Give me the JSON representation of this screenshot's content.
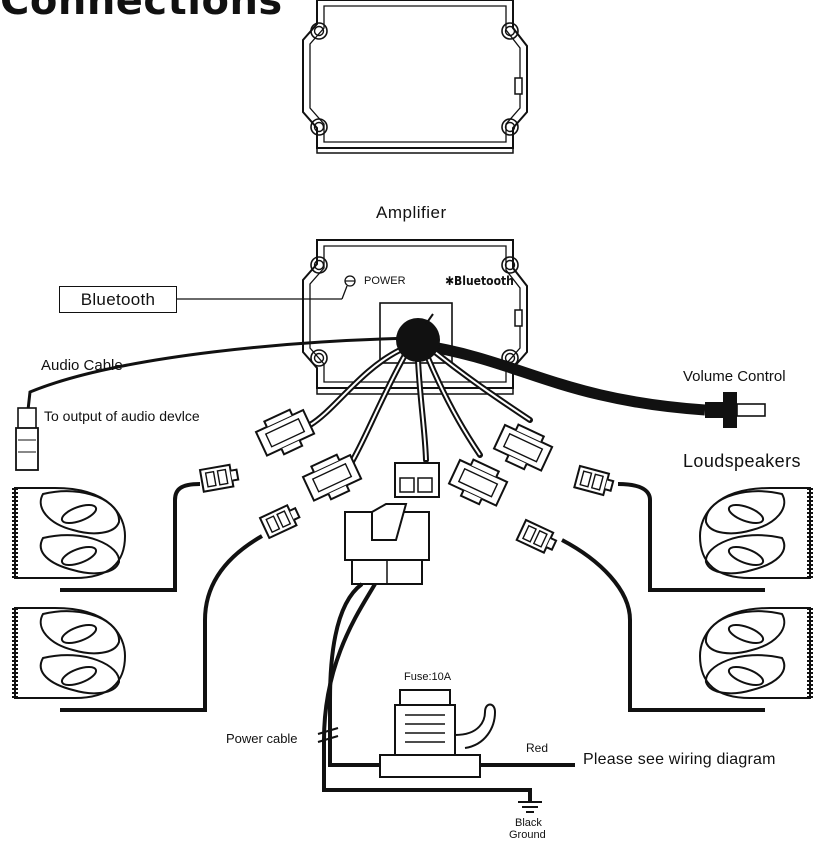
{
  "title": "Connections",
  "labels": {
    "amplifier": "Amplifier",
    "bluetooth_box": "Bluetooth",
    "power": "POWER",
    "bluetooth_logo": "Bluetooth",
    "audio_cable": "Audio Cable",
    "to_output": "To output of audio devlce",
    "volume_control": "Volume Control",
    "loudspeakers": "Loudspeakers",
    "fuse": "Fuse:10A",
    "power_cable": "Power cable",
    "red": "Red",
    "see_wiring": "Please see wiring diagram",
    "black": "Black",
    "ground": "Ground"
  },
  "icons": [
    "bluetooth-icon",
    "power-led-icon",
    "ground-symbol-icon"
  ]
}
